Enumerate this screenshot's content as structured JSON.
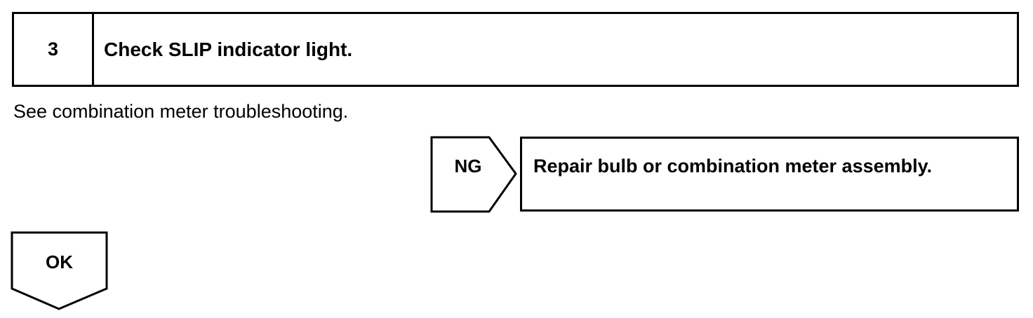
{
  "step": {
    "number": "3",
    "title": "Check SLIP indicator light."
  },
  "note": "See combination meter troubleshooting.",
  "ng_branch": {
    "label": "NG",
    "action": "Repair bulb or combination meter assembly."
  },
  "ok_branch": {
    "label": "OK"
  }
}
